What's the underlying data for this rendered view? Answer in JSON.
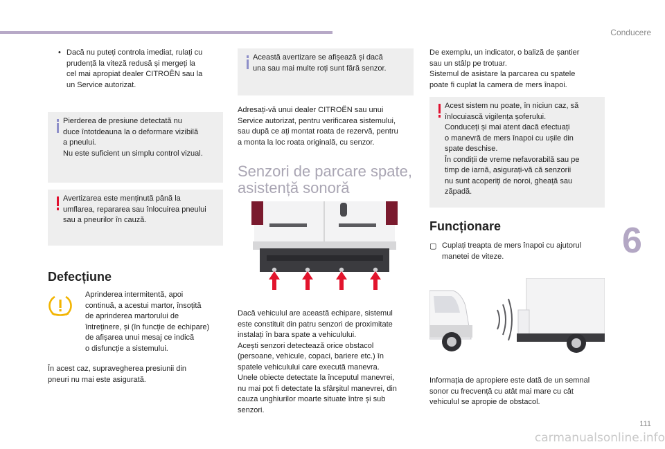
{
  "header": {
    "section": "Conducere",
    "chapter_number": "6",
    "page_number": "111"
  },
  "watermark": "carmanualsonline.info",
  "col1": {
    "bullet": "Dacă nu puteți controla imediat, rulați cu\nprudență la viteză redusă și mergeți la\ncel mai apropiat dealer CITROËN sau la\nun Service autorizat.",
    "info_box": "Pierderea de presiune detectată nu\nduce întotdeauna la o deformare vizibilă\na pneului.\nNu este suficient un simplu control vizual.",
    "warning_box": "Avertizarea este menținută până la\numflarea, repararea sau înlocuirea pneului\nsau a pneurilor în cauză.",
    "heading": "Defecțiune",
    "fault_text": "Aprinderea intermitentă, apoi\ncontinuă, a acestui martor, însoțită\nde aprinderea martorului de\nîntreținere, și (în funcție de echipare)\nde afișarea unui mesaj ce indică\no disfuncție a sistemului.",
    "closing": "În acest caz, supravegherea presiunii din\npneuri nu mai este asigurată."
  },
  "col2": {
    "info_box": "Această avertizare se afișează și dacă\nuna sau mai multe roți sunt fără senzor.",
    "dealer_text": "Adresați-vă unui dealer CITROËN sau unui\nService autorizat, pentru verificarea sistemului,\nsau după ce ați montat roata de rezervă, pentru\na monta la loc roata originală, cu senzor.",
    "heading": "Senzori de parcare spate,\nasistență sonoră",
    "body": "Dacă vehiculul are această echipare, sistemul\neste constituit din patru senzori de proximitate\ninstalați în bara spate a vehiculului.\nAcești senzori detectează orice obstacol\n(persoane, vehicule, copaci, bariere etc.) în\nspatele vehiculului care execută manevra.\nUnele obiecte detectate la începutul manevrei,\nnu mai pot fi detectate la sfârșitul manevrei, din\ncauza unghiurilor moarte situate între și sub\nsenzori."
  },
  "col3": {
    "intro": "De exemplu, un indicator, o baliză de șantier\nsau un stâlp pe trotuar.\nSistemul de asistare la parcarea cu spatele\npoate fi cuplat la camera de mers înapoi.",
    "warning_box": "Acest sistem nu poate, în niciun caz, să\nînlocuiască vigilența șoferului.\nConduceți și mai atent dacă efectuați\no manevră de mers înapoi cu ușile din\nspate deschise.\nÎn condiții de vreme nefavorabilă sau pe\ntimp de iarnă, asigurați-vă că senzorii\nnu sunt acoperiți de noroi, gheață sau\nzăpadă.",
    "heading": "Funcționare",
    "step": "Cuplați treapta de mers înapoi cu ajutorul\nmanetei de viteze.",
    "closing": "Informația de apropiere este dată de un semnal\nsonor cu frecvență cu atât mai mare cu cât\nvehiculul se apropie de obstacol."
  },
  "colors": {
    "accent": "#b7a9c7",
    "info": "#8e8fc9",
    "warning": "#e0102f",
    "fault_amber": "#f2b400",
    "sensor_red": "#e2142d"
  }
}
